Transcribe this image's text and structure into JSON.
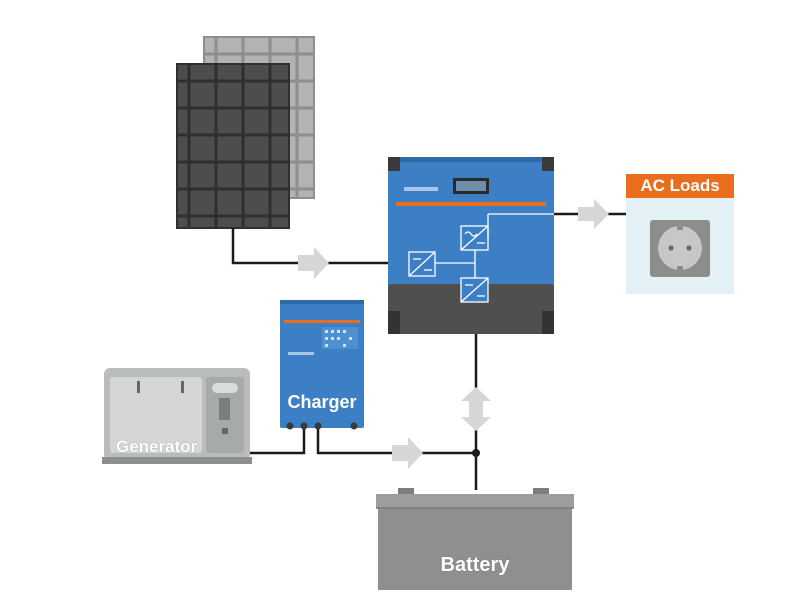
{
  "labels": {
    "charger": "Charger",
    "generator": "Generator",
    "battery": "Battery",
    "ac_loads": "AC Loads"
  },
  "colors": {
    "solar_back": "#a8a8a8",
    "solar_front": "#4a4a4a",
    "inverter_blue": "#3c7fc4",
    "inverter_dark": "#505050",
    "accent_orange": "#ea6c1d",
    "generator_gray": "#b9bcbd",
    "battery_gray": "#8f8f8f",
    "wire": "#1a1a1a",
    "flow_arrow": "#d4d4d4",
    "socket_panel": "#e3f1f5"
  },
  "icons": {
    "solar": "solar-panel-icon",
    "inverter": "inverter-charger-icon",
    "charger": "battery-charger-icon",
    "generator": "generator-icon",
    "battery": "battery-icon",
    "socket": "ac-socket-icon"
  }
}
